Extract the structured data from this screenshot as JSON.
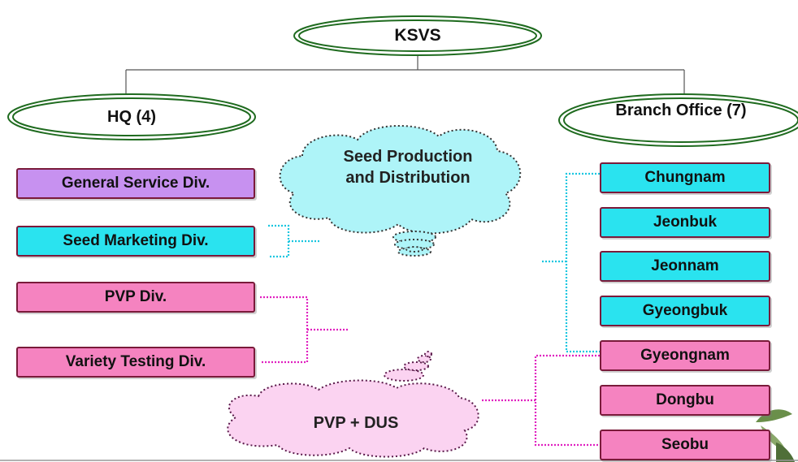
{
  "root": {
    "label": "KSVS"
  },
  "hq": {
    "label": "HQ (4)",
    "divisions": [
      {
        "label": "General Service Div.",
        "color": "#c791f0"
      },
      {
        "label": "Seed Marketing Div.",
        "color": "#2ae3ef"
      },
      {
        "label": "PVP Div.",
        "color": "#f583c0"
      },
      {
        "label": "Variety Testing Div.",
        "color": "#f583c0"
      }
    ]
  },
  "branch": {
    "label": "Branch Office (7)",
    "offices": [
      {
        "label": "Chungnam",
        "color": "#2ae3ef"
      },
      {
        "label": "Jeonbuk",
        "color": "#2ae3ef"
      },
      {
        "label": "Jeonnam",
        "color": "#2ae3ef"
      },
      {
        "label": "Gyeongbuk",
        "color": "#2ae3ef"
      },
      {
        "label": "Gyeongnam",
        "color": "#f583c0"
      },
      {
        "label": "Dongbu",
        "color": "#f583c0"
      },
      {
        "label": "Seobu",
        "color": "#f583c0"
      }
    ]
  },
  "clouds": {
    "seed": "Seed Production and Distribution",
    "pvp": "PVP + DUS"
  },
  "colors": {
    "oval_stroke": "#1f6b1f",
    "cyan_link": "#19c6e0",
    "magenta_link": "#e020c0",
    "cyan_cloud": "#aef4f8",
    "pink_cloud": "#fbd3f1"
  }
}
